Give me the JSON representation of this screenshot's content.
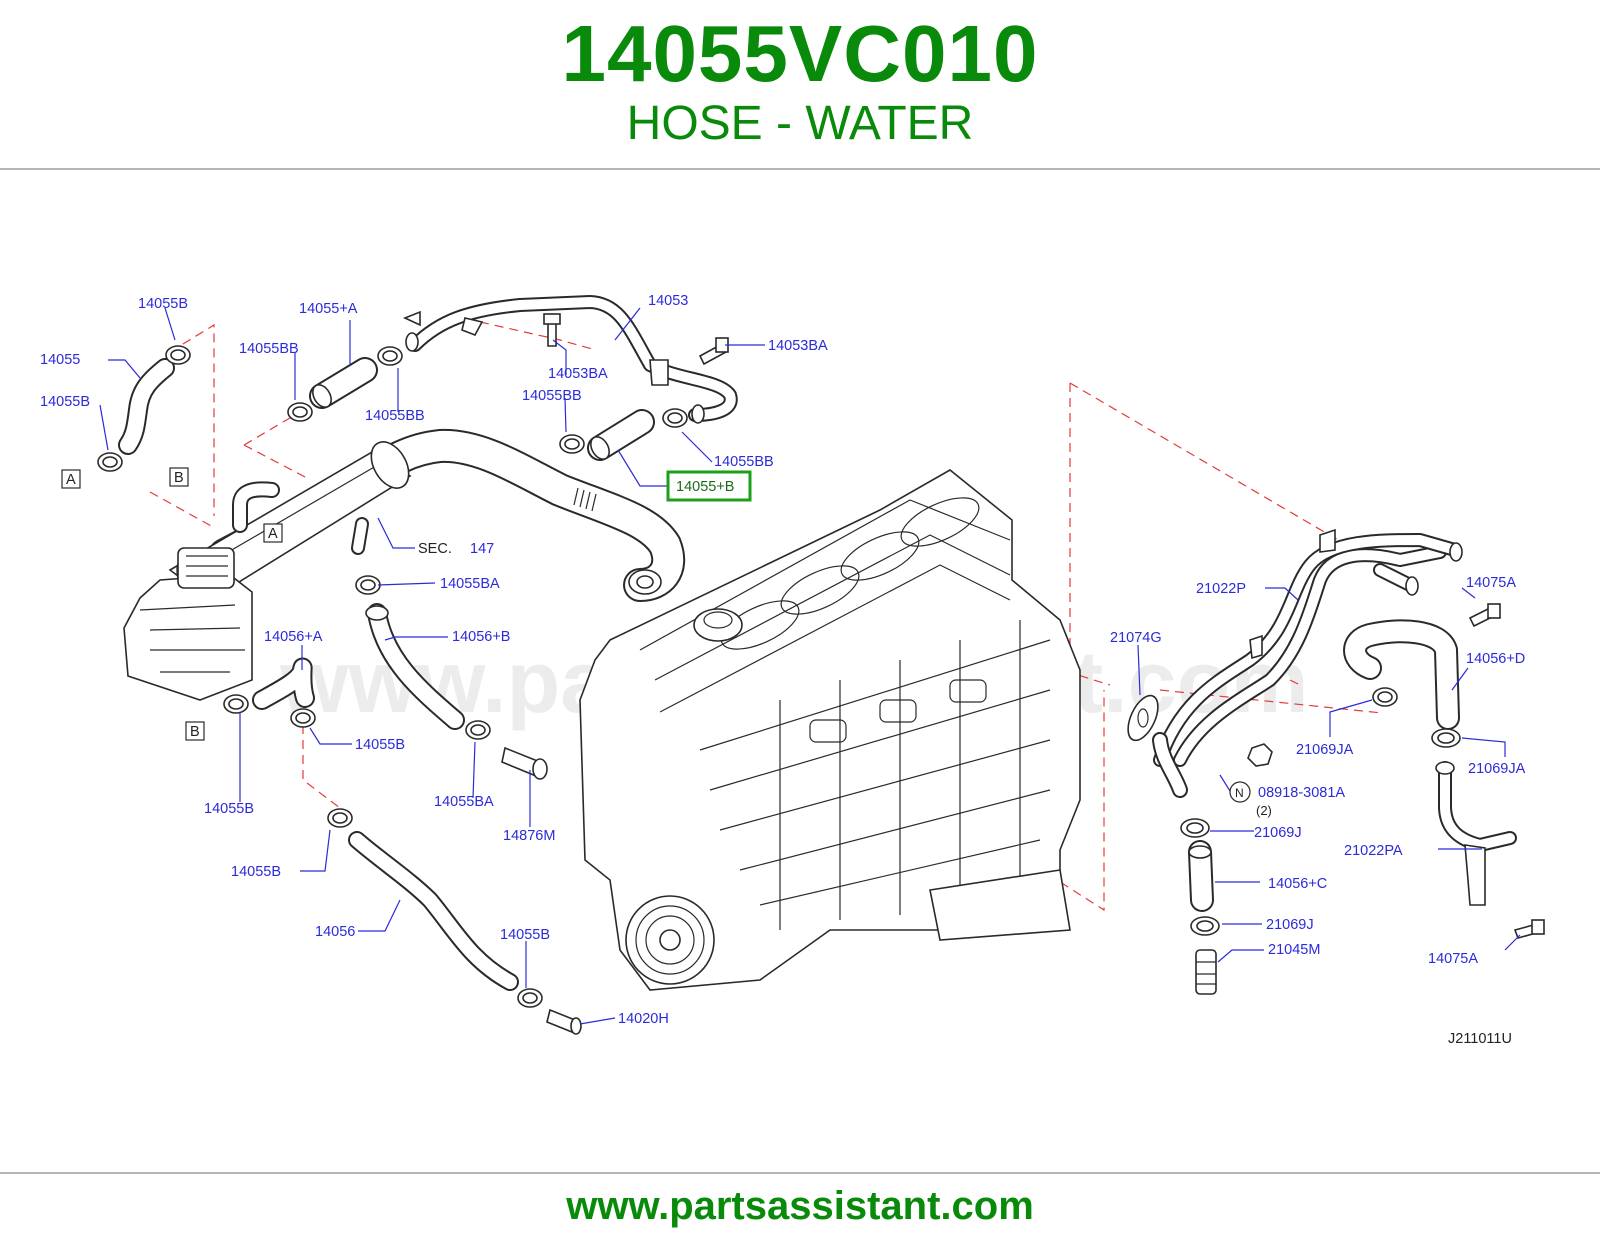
{
  "header": {
    "part_number": "14055VC010",
    "part_name": "HOSE - WATER"
  },
  "footer": {
    "website": "www.partsassistant.com"
  },
  "watermark": "www.partsassistant.com",
  "colors": {
    "title_green": "#0a8a0a",
    "callout_blue": "#2b2bd9",
    "highlight_green": "#1aa01a",
    "leader_red_dashed": "#e53a3a"
  },
  "diagram": {
    "code": "J211011U",
    "sec_label": "SEC.",
    "sec_number": "147",
    "ref_a": "A",
    "ref_b": "B",
    "ref_n": "N",
    "qty_note": "(2)",
    "highlighted": "14055+B",
    "callouts": [
      "14055B",
      "14055+A",
      "14053",
      "14055",
      "14055BB",
      "14053BA",
      "14055B",
      "14055BB",
      "14053BA",
      "14055BB",
      "14055BB",
      "14055+B",
      "SEC.",
      "14055BA",
      "14056+A",
      "14056+B",
      "14055B",
      "14055B",
      "14055BA",
      "14876M",
      "14055B",
      "14056",
      "14055B",
      "14020H",
      "21022P",
      "14075A",
      "21074G",
      "14056+D",
      "21069JA",
      "21069JA",
      "08918-3081A",
      "21069J",
      "21022PA",
      "14056+C",
      "21069J",
      "21045M",
      "14075A"
    ]
  }
}
